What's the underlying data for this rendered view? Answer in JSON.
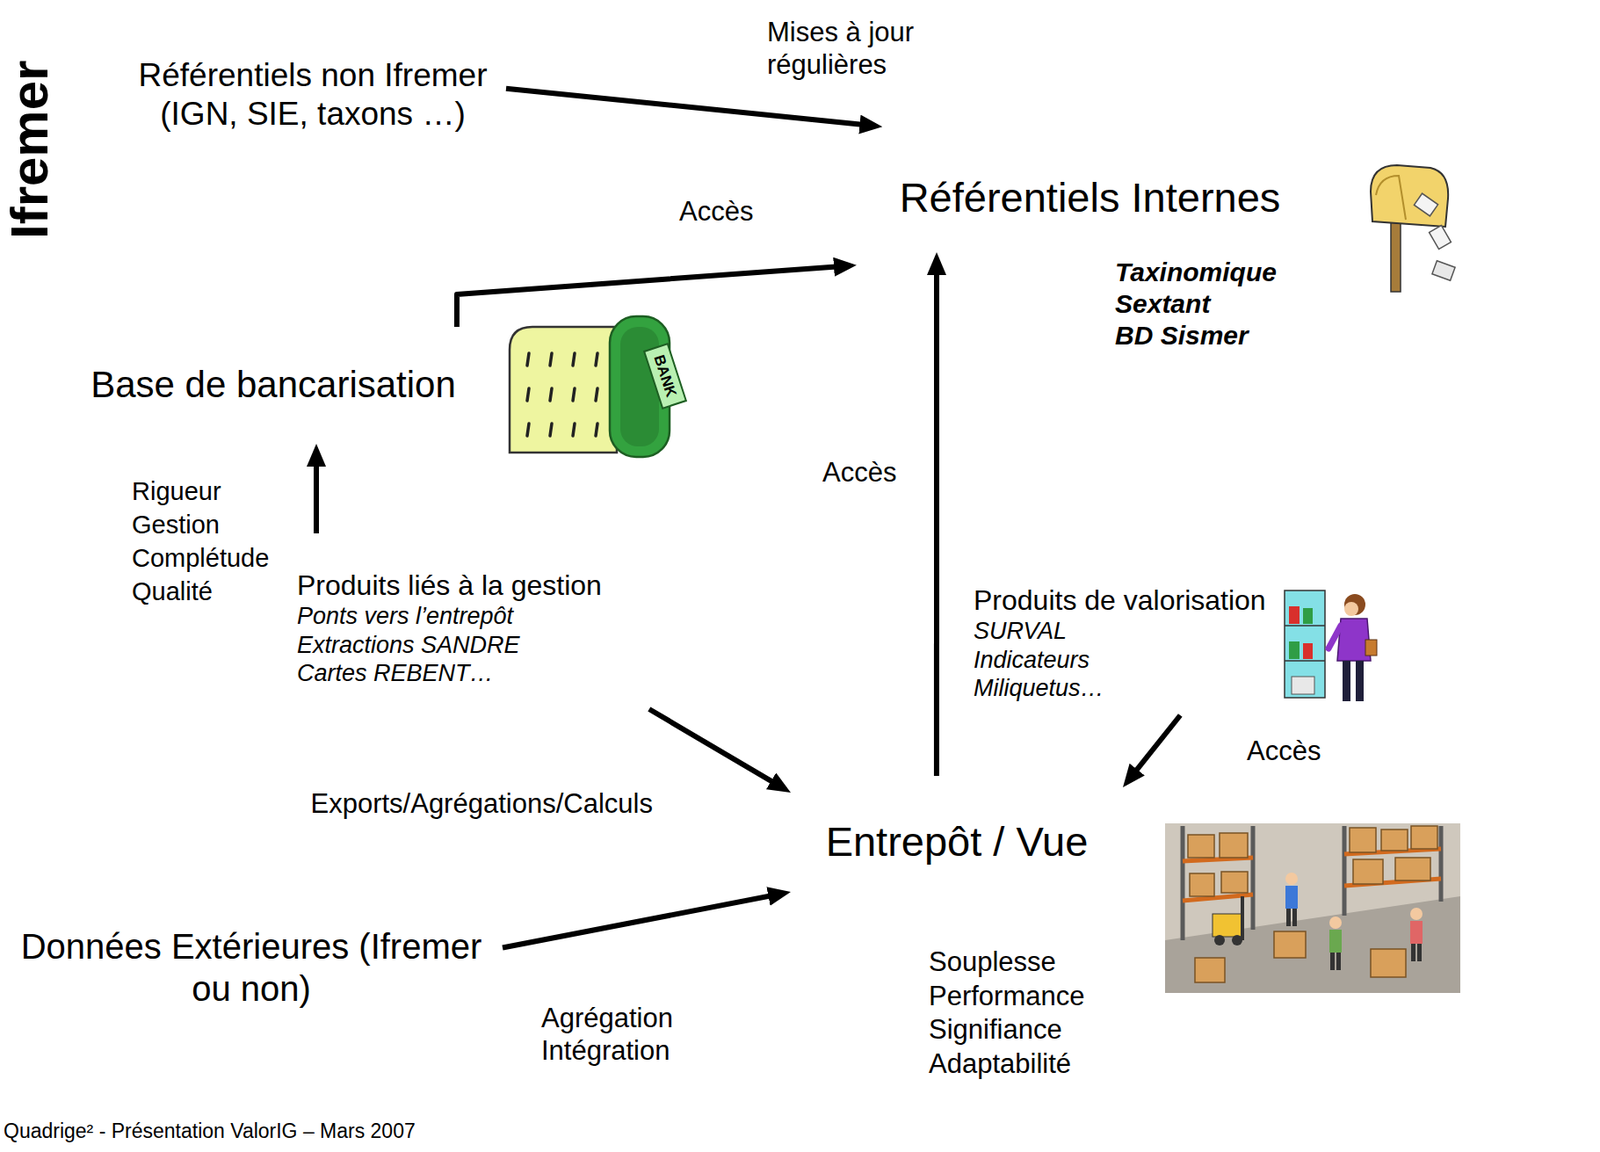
{
  "diagram": {
    "nodes": [
      {
        "text": [
          "Référentiels non Ifremer (IGN, SIE, taxons …)"
        ]
      },
      {
        "text": [
          "Taxinomique",
          "Sextant",
          "BD Sismer"
        ]
      },
      {
        "text": [
          "Référentiels Internes"
        ],
        "in": 1
      },
      {
        "text": [
          "Rigueur",
          "Gestion",
          "Complétude",
          "Qualité"
        ]
      },
      {
        "text": [
          "Base de bancarisation"
        ],
        "in": 3
      },
      {
        "text": [
          "Produits liés à la gestion",
          "Ponts vers l’entrepôt",
          "Extractions SANDRE",
          "Cartes REBENT…"
        ],
        "in": 3
      },
      {
        "text": [
          "Souplesse",
          "Performance",
          "Signifiance",
          "Adaptabilité"
        ]
      },
      {
        "text": [
          "Produits de valorisation",
          "SURVAL",
          "Indicateurs",
          "Miliquetus…"
        ],
        "in": 6
      },
      {
        "text": [
          "Entrepôt / Vue"
        ],
        "in": 6
      },
      {
        "text": [
          "Données Extérieures (Ifremer ou non)"
        ]
      }
    ],
    "edges": [
      {
        "from": 0,
        "to": 1,
        "label": "Mises à jour régulières",
        "arrow": "to"
      },
      {
        "from": 4,
        "to": 1,
        "label": "Accès",
        "arrow": "to"
      },
      {
        "from": 8,
        "to": 2,
        "label": "Accès",
        "arrow": "to"
      },
      {
        "from": 7,
        "to": 8,
        "label": "Accès",
        "arrow": "to"
      },
      {
        "from": 5,
        "to": 8,
        "label": "Exports/Agrégations/Calculs",
        "arrow": "to"
      },
      {
        "from": 5,
        "to": 4,
        "arrow": "to"
      },
      {
        "from": 9,
        "to": 8,
        "label": "Agrégation Intégration",
        "arrow": "to"
      }
    ],
    "labels": [
      "Ifremer",
      "BANK",
      "Quadrige² - Présentation ValorIG – Mars 2007"
    ]
  }
}
